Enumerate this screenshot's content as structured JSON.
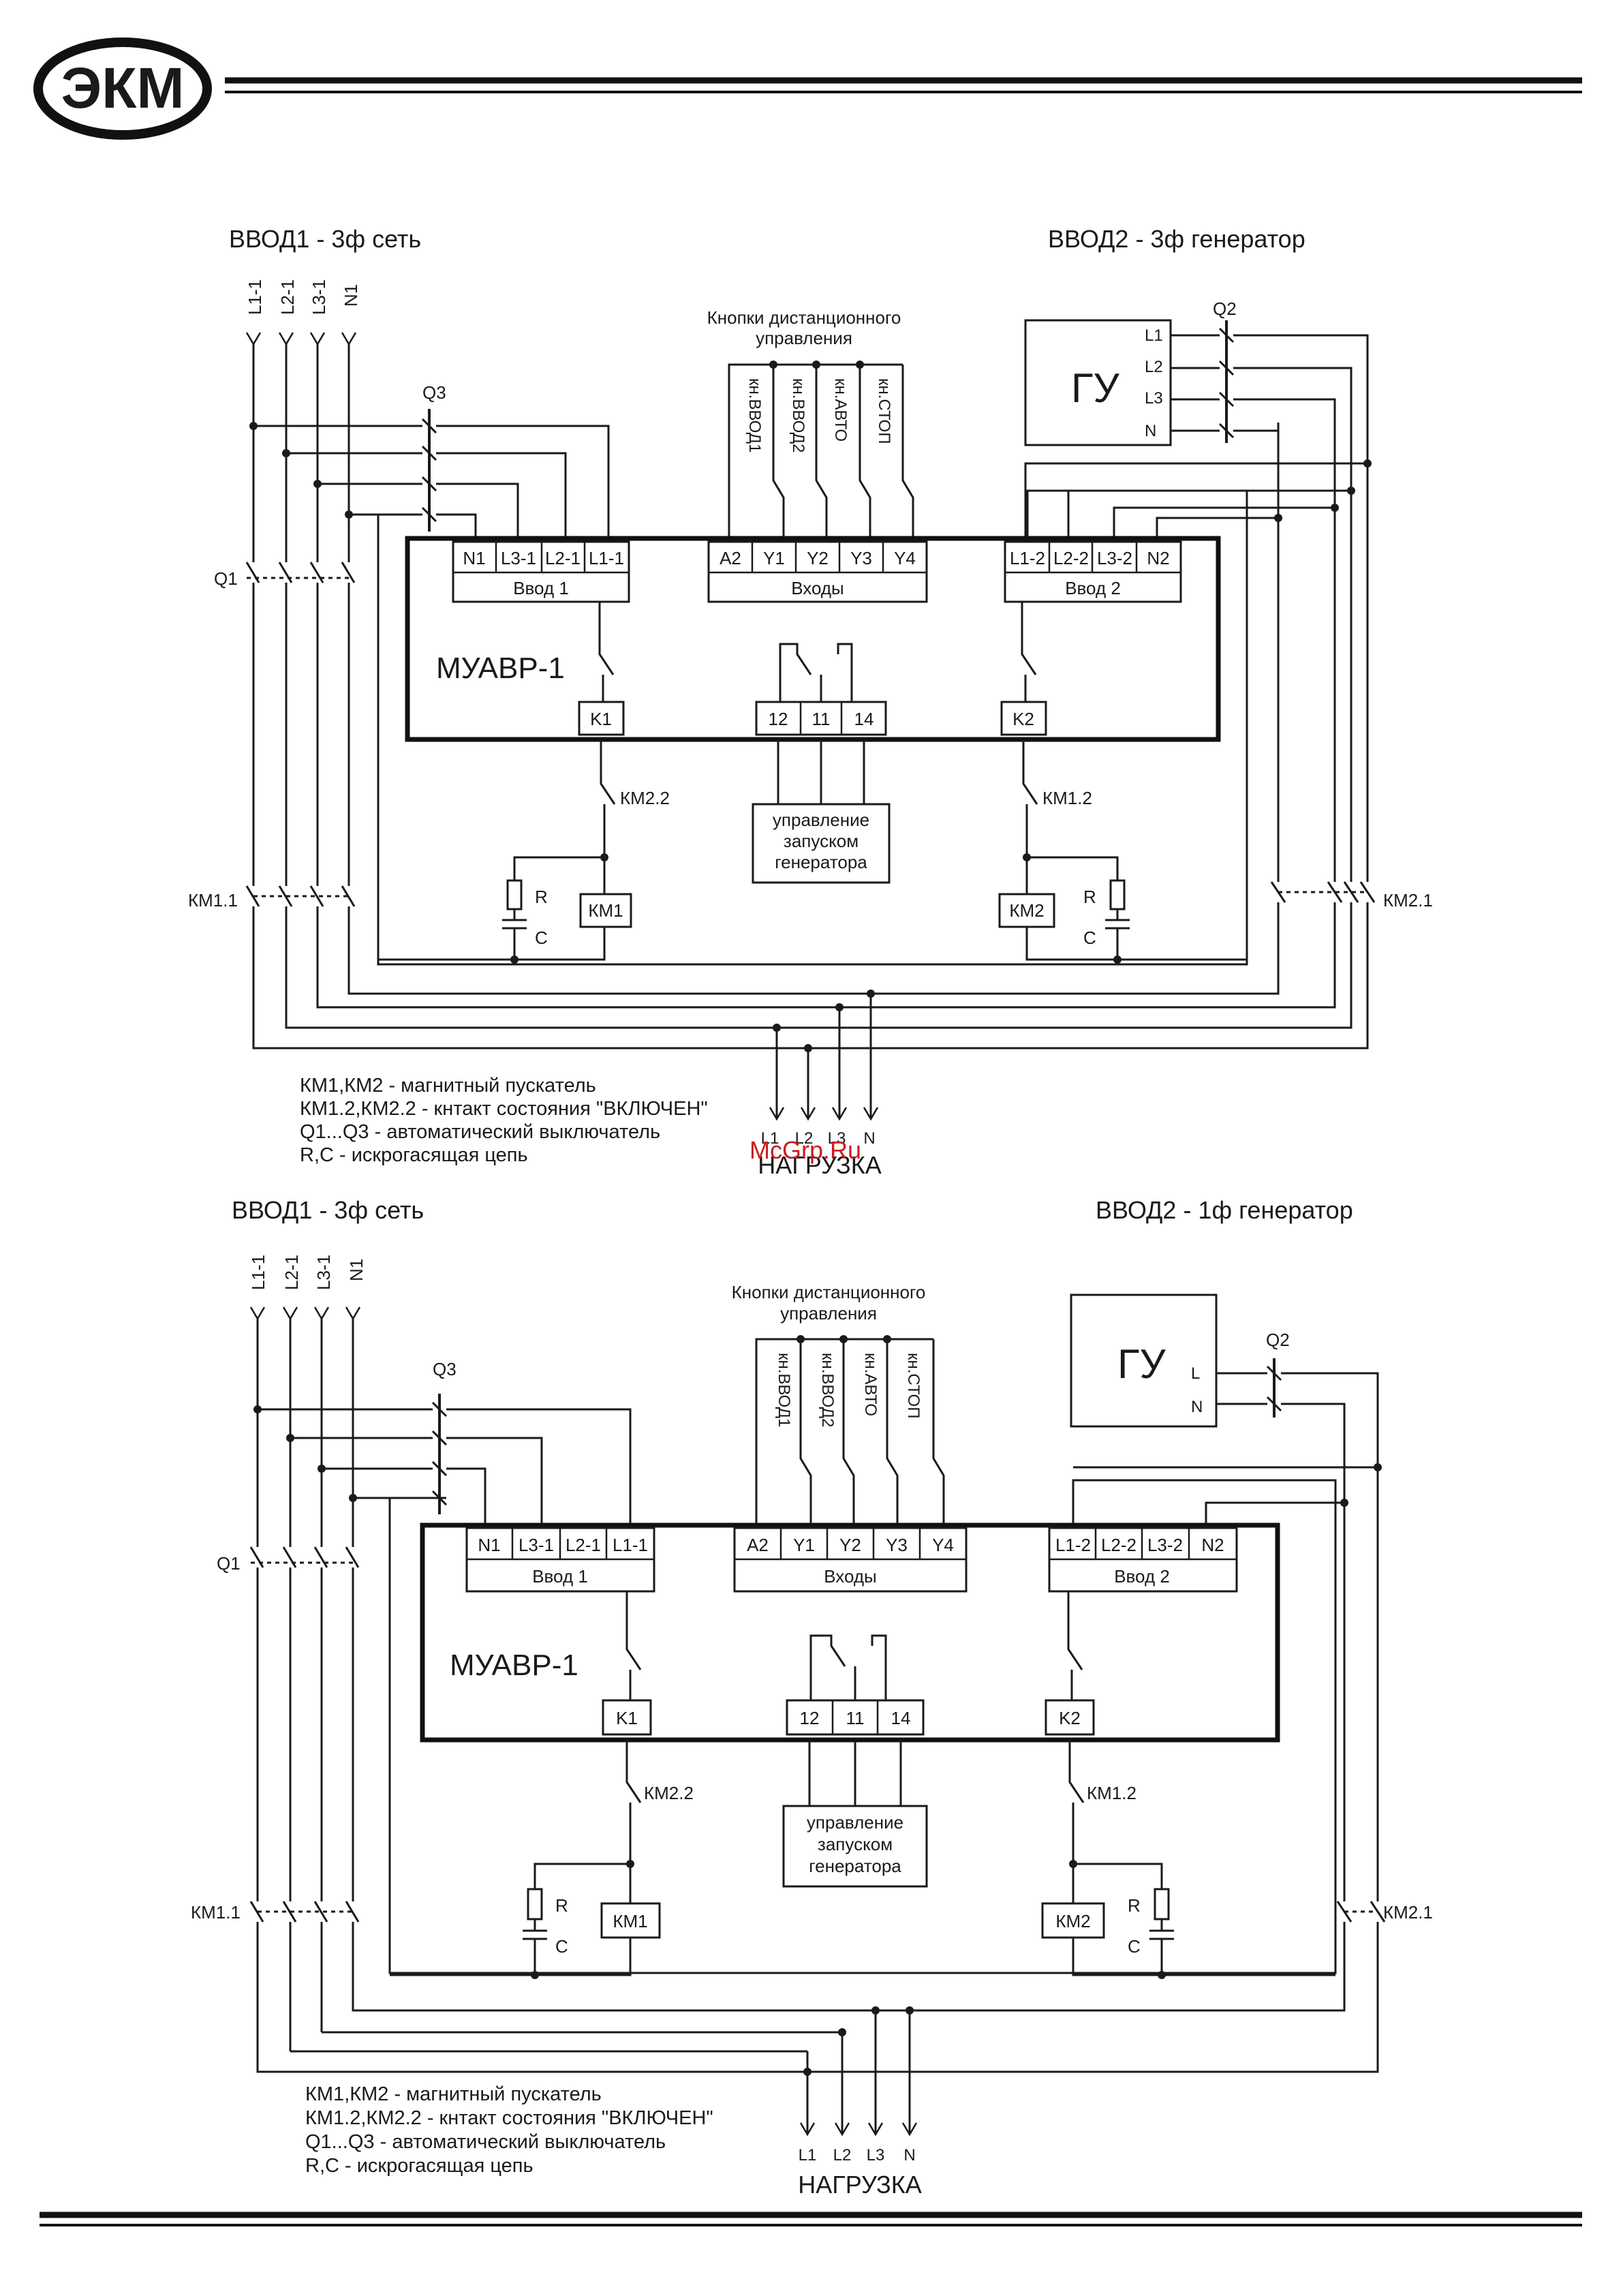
{
  "logo": "ЭКМ",
  "watermark": "McGrp.Ru",
  "top": {
    "input1": "ВВОД1 - 3ф сеть",
    "input2": "ВВОД2 - 3ф генератор",
    "mains_lines": [
      "L1-1",
      "L2-1",
      "L3-1",
      "N1"
    ],
    "gen_lines": [
      "L1",
      "L2",
      "L3",
      "N"
    ],
    "buttons_title": [
      "Кнопки дистанционного",
      "управления"
    ],
    "buttons": [
      "кн.ВВОД1",
      "кн.ВВОД2",
      "кн.АВТО",
      "кн.СТОП"
    ],
    "gu": "ГУ",
    "device": "МУАВР-1",
    "q1": "Q1",
    "q2": "Q2",
    "q3": "Q3",
    "km11": "КМ1.1",
    "km21": "КМ2.1",
    "km22": "КМ2.2",
    "km12": "КМ1.2",
    "km1": "КМ1",
    "km2": "КМ2",
    "r": "R",
    "c": "C",
    "vvod1_terms": [
      "N1",
      "L3-1",
      "L2-1",
      "L1-1"
    ],
    "vvod1_label": "Ввод 1",
    "inputs_terms": [
      "A2",
      "Y1",
      "Y2",
      "Y3",
      "Y4"
    ],
    "inputs_label": "Входы",
    "vvod2_terms": [
      "L1-2",
      "L2-2",
      "L3-2",
      "N2"
    ],
    "vvod2_label": "Ввод 2",
    "k1": "K1",
    "k2": "K2",
    "relay_terms": [
      "12",
      "11",
      "14"
    ],
    "gen_ctrl": [
      "управление",
      "запуском",
      "генератора"
    ],
    "legend": [
      "КМ1,КМ2 - магнитный пускатель",
      "КМ1.2,КМ2.2 - кнтакт состояния \"ВКЛЮЧЕН\"",
      "Q1...Q3 - автоматический выключатель",
      "R,C - искрогасящая цепь"
    ],
    "load_lines": [
      "L1",
      "L2",
      "L3",
      "N"
    ],
    "load_label": "НАГРУЗКА"
  },
  "bottom": {
    "input1": "ВВОД1 - 3ф сеть",
    "input2": "ВВОД2 - 1ф генератор",
    "mains_lines": [
      "L1-1",
      "L2-1",
      "L3-1",
      "N1"
    ],
    "gen_lines": [
      "L",
      "N"
    ],
    "buttons_title": [
      "Кнопки дистанционного",
      "управления"
    ],
    "buttons": [
      "кн.ВВОД1",
      "кн.ВВОД2",
      "кн.АВТО",
      "кн.СТОП"
    ],
    "gu": "ГУ",
    "device": "МУАВР-1",
    "q1": "Q1",
    "q2": "Q2",
    "q3": "Q3",
    "km11": "КМ1.1",
    "km21": "КМ2.1",
    "km22": "КМ2.2",
    "km12": "КМ1.2",
    "km1": "КМ1",
    "km2": "КМ2",
    "r": "R",
    "c": "C",
    "vvod1_terms": [
      "N1",
      "L3-1",
      "L2-1",
      "L1-1"
    ],
    "vvod1_label": "Ввод 1",
    "inputs_terms": [
      "A2",
      "Y1",
      "Y2",
      "Y3",
      "Y4"
    ],
    "inputs_label": "Входы",
    "vvod2_terms": [
      "L1-2",
      "L2-2",
      "L3-2",
      "N2"
    ],
    "vvod2_label": "Ввод 2",
    "k1": "K1",
    "k2": "K2",
    "relay_terms": [
      "12",
      "11",
      "14"
    ],
    "gen_ctrl": [
      "управление",
      "запуском",
      "генератора"
    ],
    "legend": [
      "КМ1,КМ2 - магнитный пускатель",
      "КМ1.2,КМ2.2 - кнтакт состояния \"ВКЛЮЧЕН\"",
      "Q1...Q3 - автоматический выключатель",
      "R,C - искрогасящая цепь"
    ],
    "load_lines": [
      "L1",
      "L2",
      "L3",
      "N"
    ],
    "load_label": "НАГРУЗКА"
  }
}
